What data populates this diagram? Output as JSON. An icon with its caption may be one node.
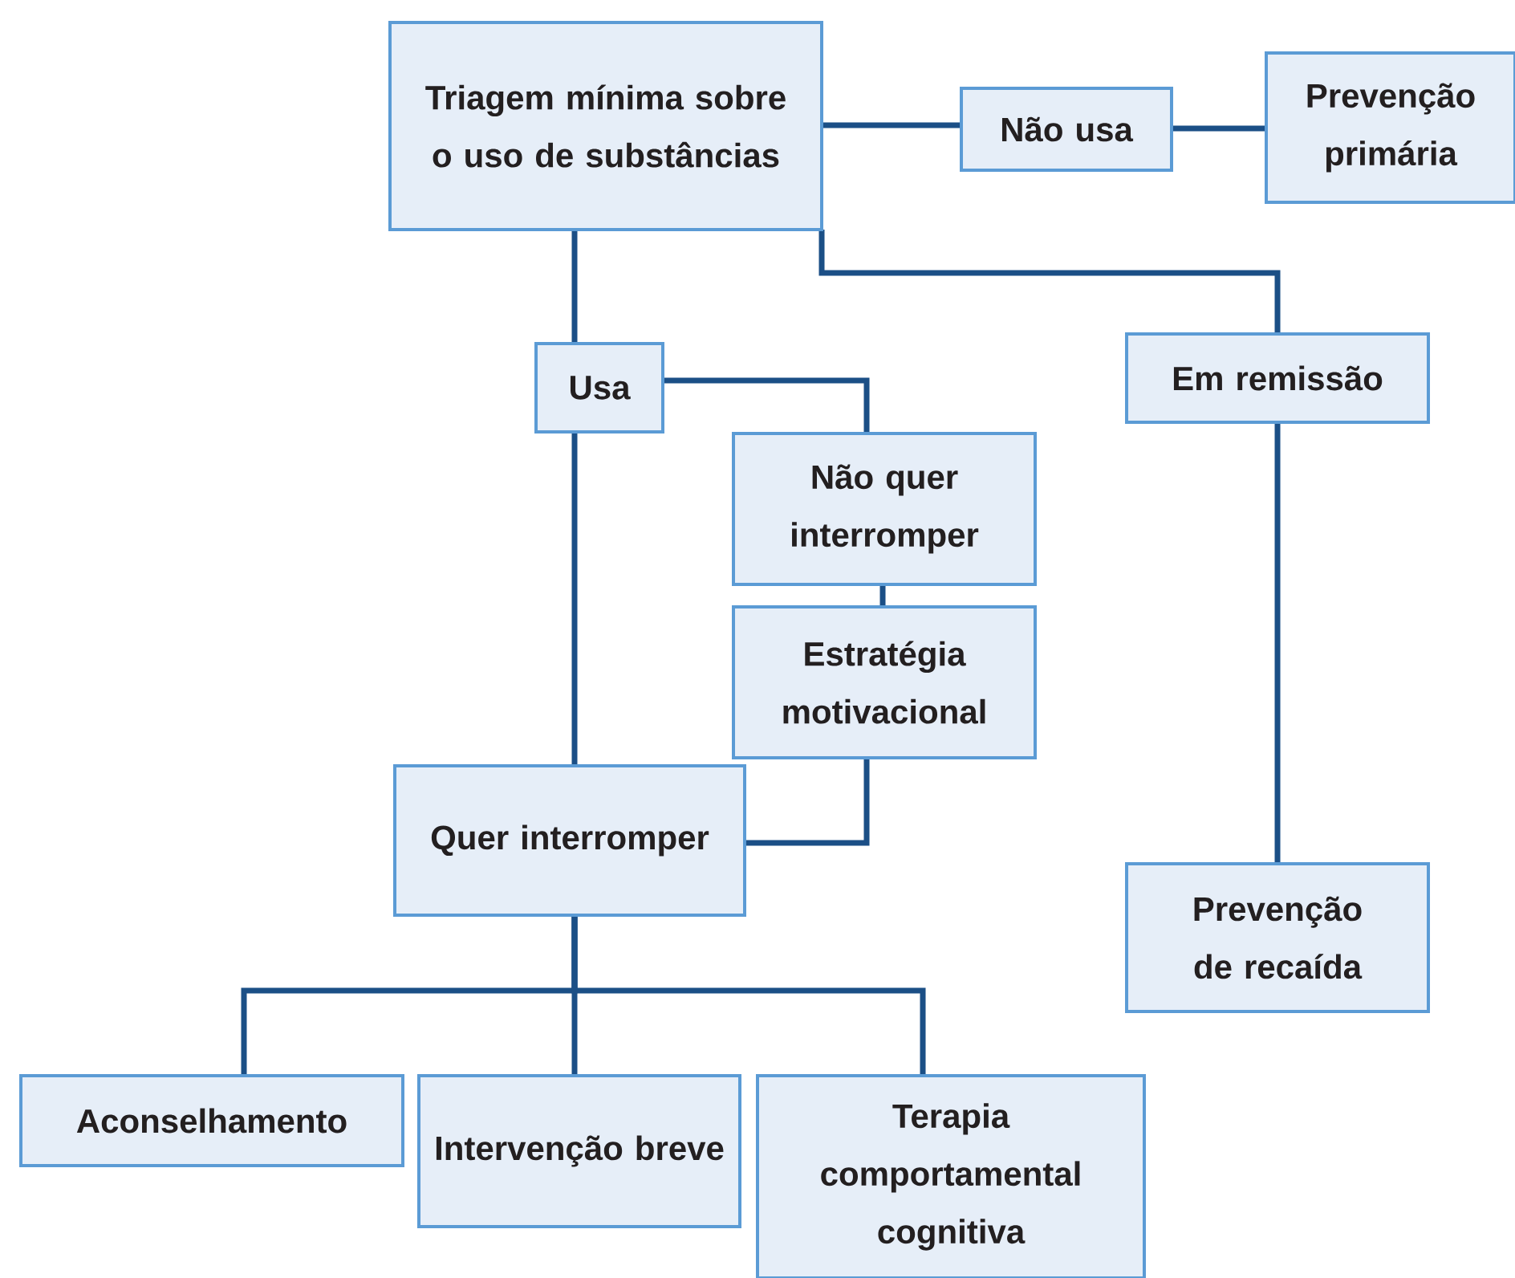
{
  "diagram": {
    "nodes": [
      {
        "text": [
          "Triagem mínima sobre o uso de substâncias"
        ]
      },
      {
        "text": [
          "Não usa"
        ]
      },
      {
        "text": [
          "Prevenção primária"
        ]
      },
      {
        "text": [
          "Usa"
        ]
      },
      {
        "text": [
          "Em remissão"
        ]
      },
      {
        "text": [
          "Não quer interromper"
        ]
      },
      {
        "text": [
          "Estratégia motivacional"
        ]
      },
      {
        "text": [
          "Quer interromper"
        ]
      },
      {
        "text": [
          "Prevenção de recaída"
        ]
      },
      {
        "text": [
          "Aconselhamento"
        ]
      },
      {
        "text": [
          "Intervenção breve"
        ]
      },
      {
        "text": [
          "Terapia comportamental cognitiva"
        ]
      }
    ],
    "edges": [
      {
        "from": 0,
        "to": 1,
        "arrow": "none"
      },
      {
        "from": 1,
        "to": 2,
        "arrow": "none"
      },
      {
        "from": 0,
        "to": 3,
        "arrow": "none"
      },
      {
        "from": 0,
        "to": 4,
        "arrow": "none"
      },
      {
        "from": 3,
        "to": 5,
        "arrow": "none"
      },
      {
        "from": 5,
        "to": 6,
        "arrow": "none"
      },
      {
        "from": 3,
        "to": 7,
        "arrow": "none"
      },
      {
        "from": 6,
        "to": 7,
        "arrow": "none"
      },
      {
        "from": 4,
        "to": 8,
        "arrow": "none"
      },
      {
        "from": 7,
        "to": 9,
        "arrow": "none"
      },
      {
        "from": 7,
        "to": 10,
        "arrow": "none"
      },
      {
        "from": 7,
        "to": 11,
        "arrow": "none"
      }
    ]
  }
}
